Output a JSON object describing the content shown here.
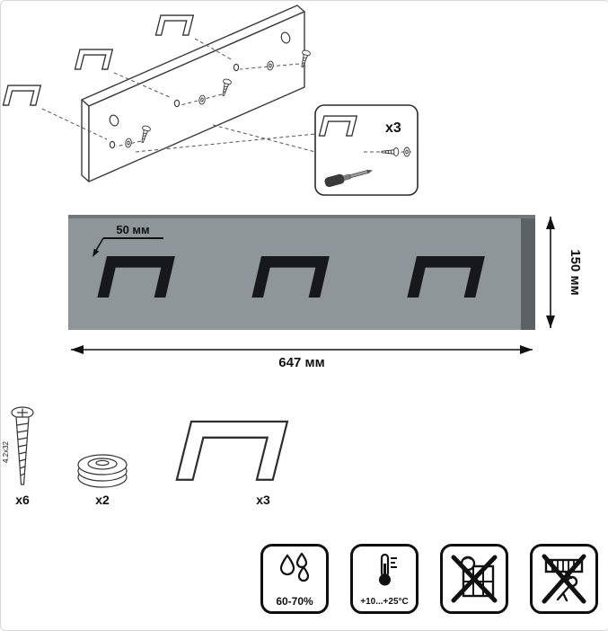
{
  "exploded": {
    "callout_count": "x3"
  },
  "front_view": {
    "hook_offset": "50 мм",
    "width": "647 мм",
    "height": "150 мм"
  },
  "parts": {
    "screw": {
      "count": "x6",
      "size": "4.2x32"
    },
    "washer": {
      "count": "x2"
    },
    "hook": {
      "count": "x3"
    }
  },
  "care": {
    "humidity": "60-70%",
    "temperature": "+10...+25°C"
  },
  "colors": {
    "panel": "#8f969a",
    "panel_edge": "#5b6165",
    "panel_top_edge": "#70777b",
    "hook": "#17181a",
    "line": "#2e2e2e"
  }
}
